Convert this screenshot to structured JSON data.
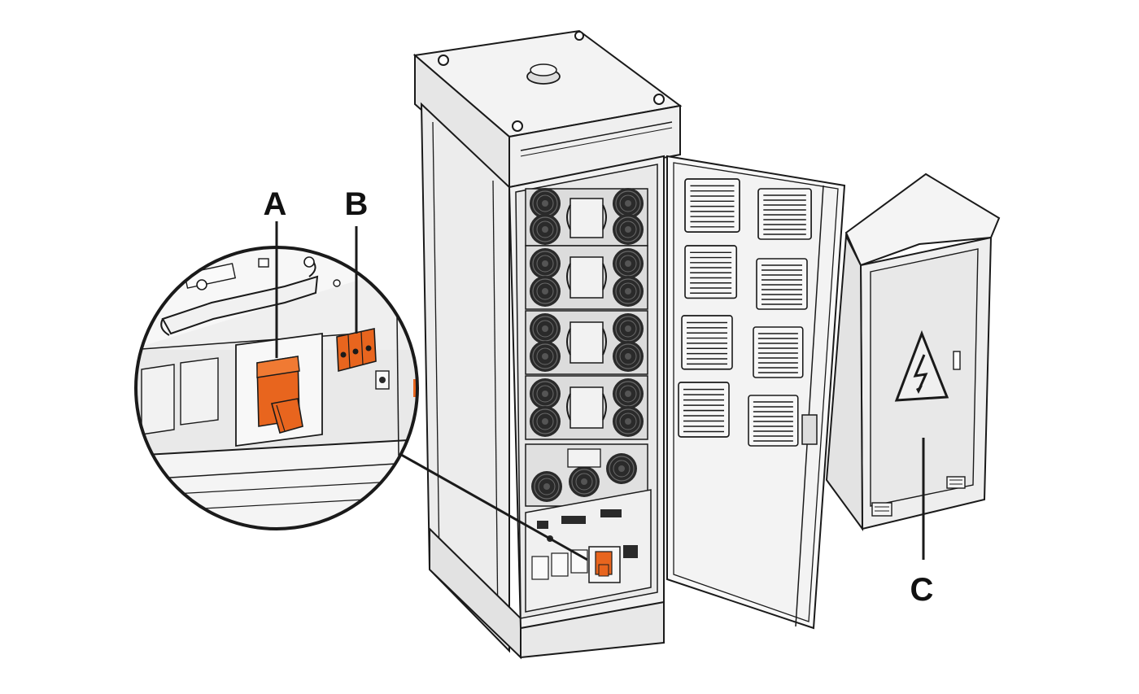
{
  "figure": {
    "callouts": {
      "A": "A",
      "B": "B",
      "C": "C"
    }
  },
  "colors": {
    "accent_orange": "#e8651e",
    "line": "#1a1a1a",
    "panel_light": "#f2f2f2",
    "panel_mid": "#e4e4e4",
    "panel_dark": "#cfcfcf",
    "fan": "#2a2a2a",
    "background": "#ffffff"
  },
  "icons": {
    "warning": "high-voltage-warning-icon"
  }
}
